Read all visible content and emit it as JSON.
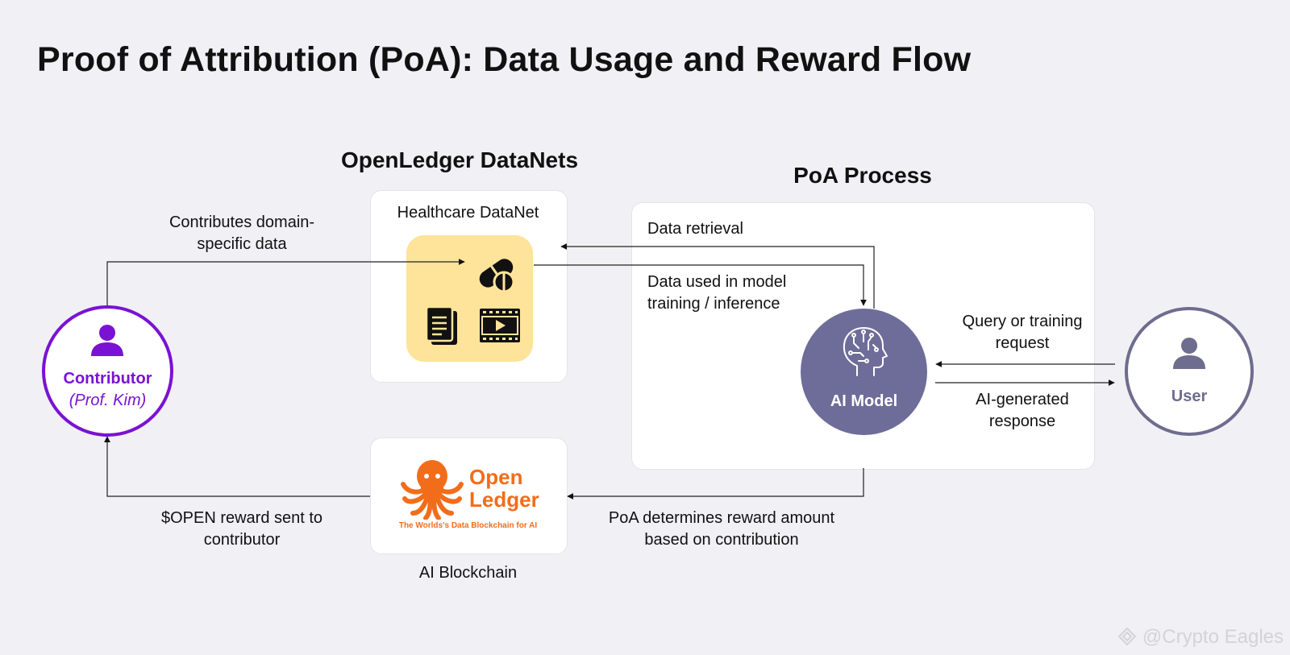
{
  "title": "Proof of Attribution (PoA): Data Usage and Reward Flow",
  "datanets": {
    "heading": "OpenLedger DataNets",
    "card_title": "Healthcare DataNet"
  },
  "poa": {
    "heading": "PoA Process",
    "data_retrieval": "Data retrieval",
    "data_used_line1": "Data used in model",
    "data_used_line2": "training / inference",
    "ai_model": "AI Model"
  },
  "contributor": {
    "name": "Contributor",
    "subtitle": "(Prof. Kim)",
    "contributes_line1": "Contributes domain-",
    "contributes_line2": "specific data"
  },
  "user": {
    "name": "User",
    "query_line1": "Query or training",
    "query_line2": "request",
    "response_line1": "AI-generated",
    "response_line2": "response"
  },
  "blockchain": {
    "logo_line1": "Open",
    "logo_line2": "Ledger",
    "logo_tagline": "The Worlds's Data Blockchain for AI",
    "caption": "AI Blockchain",
    "reward_line1": "$OPEN reward sent to",
    "reward_line2": "contributor",
    "determines_line1": "PoA determines reward amount",
    "determines_line2": "based on contribution"
  },
  "watermark": "@Crypto Eagles",
  "colors": {
    "background": "#f1f0f5",
    "contributor_purple": "#7a12d4",
    "ai_model_fill": "#6e6d99",
    "user_gray": "#6e6d8e",
    "datanet_yellow": "#fde49a",
    "brand_orange": "#f26d1a"
  },
  "icons": [
    "user-icon",
    "pill-icon",
    "document-icon",
    "video-icon",
    "brain-circuit-icon",
    "octopus-logo-icon",
    "diamond-icon"
  ]
}
